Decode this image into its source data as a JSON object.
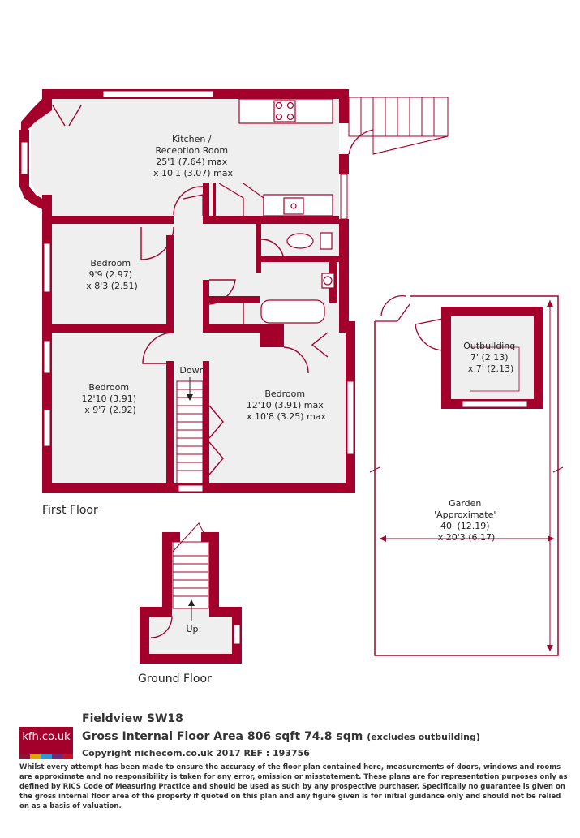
{
  "colors": {
    "wall": "#a3002c",
    "floor": "#f0efef",
    "garden_border": "#a3002c",
    "logo_stripes": [
      "#8a1538",
      "#e2a400",
      "#2a9bd4",
      "#6c2a7f",
      "#c8102e"
    ]
  },
  "rooms": {
    "kitchen": [
      "Kitchen /",
      "Reception Room",
      "25'1 (7.64) max",
      "x 10'1 (3.07) max"
    ],
    "bedroom1": [
      "Bedroom",
      "9'9 (2.97)",
      "x 8'3 (2.51)"
    ],
    "bedroom2": [
      "Bedroom",
      "12'10 (3.91)",
      "x 9'7 (2.92)"
    ],
    "bedroom3": [
      "Bedroom",
      "12'10 (3.91) max",
      "x 10'8 (3.25) max"
    ],
    "outbuilding": [
      "Outbuilding",
      "7' (2.13)",
      "x 7' (2.13)"
    ],
    "garden": [
      "Garden",
      "'Approximate'",
      "40' (12.19)",
      "x 20'3 (6.17)"
    ]
  },
  "stairs": {
    "down": "Down",
    "up": "Up"
  },
  "floors": {
    "first": "First Floor",
    "ground": "Ground Floor"
  },
  "footer": {
    "logo": "kfh.co.uk",
    "address": "Fieldview SW18",
    "area": "Gross Internal Floor Area 806 sqft 74.8 sqm",
    "area_note": "(excludes outbuilding)",
    "copyright": "Copyright nichecom.co.uk 2017 REF : 193756",
    "disclaimer": "Whilst every attempt has been made to ensure the accuracy of the floor plan contained here, measurements of doors, windows and rooms are approximate and no responsibility is taken for any error, omission or misstatement.  These plans are for representation purposes only as defined by RICS Code of Measuring Practice and should be used as such by any prospective purchaser.  Specifically no guarantee is given on the gross internal floor area of the property if quoted on this plan and any figure given is for initial guidance only and should not be relied on as a basis of valuation."
  }
}
